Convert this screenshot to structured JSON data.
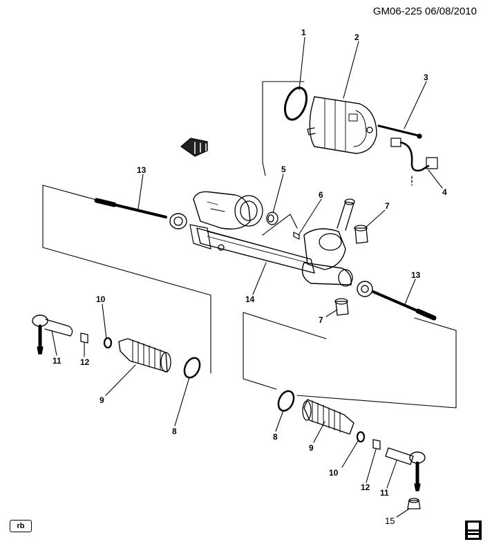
{
  "header": {
    "code": "GM06-225 06/08/2010"
  },
  "callouts": [
    {
      "id": "c1a",
      "label": "1"
    },
    {
      "id": "c2a",
      "label": "2"
    },
    {
      "id": "c3a",
      "label": "3"
    },
    {
      "id": "c4a",
      "label": "4"
    },
    {
      "id": "c5a",
      "label": "5"
    },
    {
      "id": "c6a",
      "label": "6"
    },
    {
      "id": "c7a",
      "label": "7"
    },
    {
      "id": "c7b",
      "label": "7"
    },
    {
      "id": "c13a",
      "label": "13"
    },
    {
      "id": "c13b",
      "label": "13"
    },
    {
      "id": "c14a",
      "label": "14"
    },
    {
      "id": "c10a",
      "label": "10"
    },
    {
      "id": "c11a",
      "label": "11"
    },
    {
      "id": "c12a",
      "label": "12"
    },
    {
      "id": "c9a",
      "label": "9"
    },
    {
      "id": "c8a",
      "label": "8"
    },
    {
      "id": "c8b",
      "label": "8"
    },
    {
      "id": "c9b",
      "label": "9"
    },
    {
      "id": "c10b",
      "label": "10"
    },
    {
      "id": "c12b",
      "label": "12"
    },
    {
      "id": "c11b",
      "label": "11"
    },
    {
      "id": "c15a",
      "label": "15"
    }
  ],
  "badge": {
    "label": "rb"
  }
}
